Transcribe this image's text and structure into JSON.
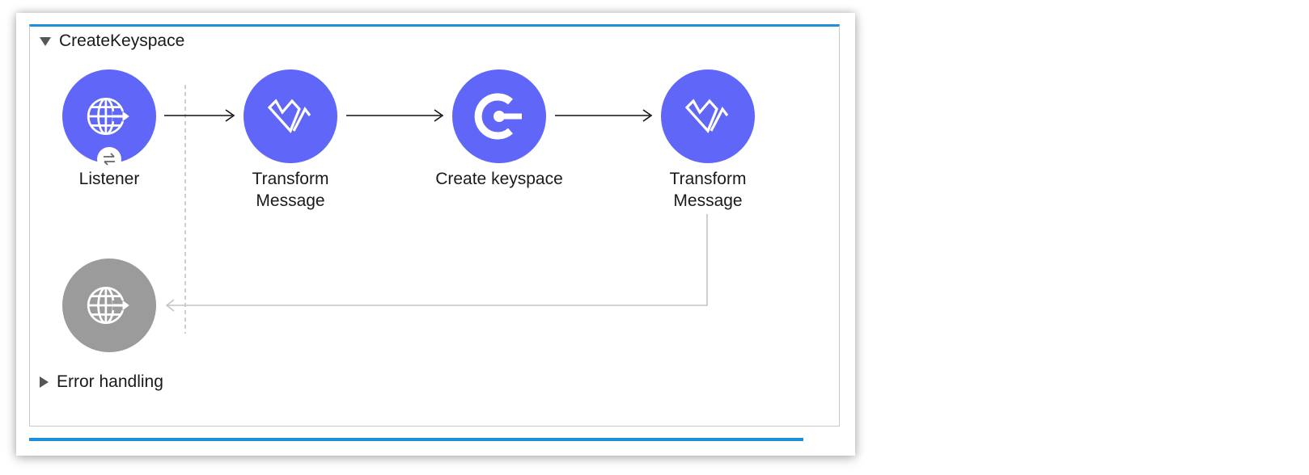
{
  "flow": {
    "name": "CreateKeyspace",
    "error_handling_label": "Error handling"
  },
  "nodes": [
    {
      "label": "Listener",
      "icon": "http-listener-icon"
    },
    {
      "label": "Transform\nMessage",
      "icon": "dataweave-icon"
    },
    {
      "label": "Create keyspace",
      "icon": "cassandra-connector-icon"
    },
    {
      "label": "Transform\nMessage",
      "icon": "dataweave-icon"
    }
  ],
  "colors": {
    "node": "#6066f7",
    "response_node": "#9b9b9b",
    "accent": "#1e8fdc"
  }
}
